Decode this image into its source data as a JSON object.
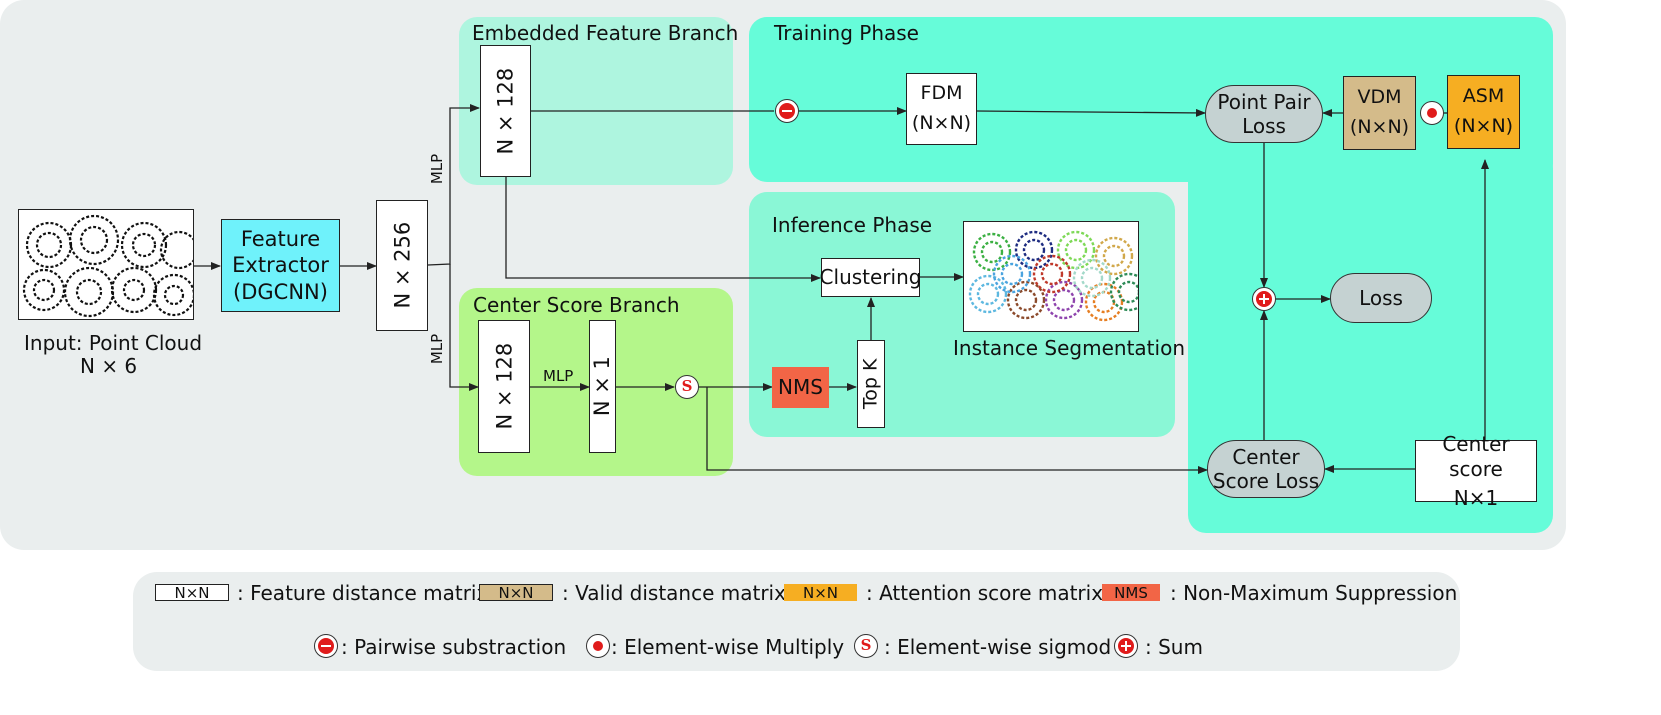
{
  "colors": {
    "main_bg": "#eaeeee",
    "embedded_branch": "#aef5df",
    "training_phase": "#66fcd9",
    "inference_phase": "#8af7d6",
    "center_branch": "#b4f68a",
    "feature_extractor": "#6ff2fb",
    "vdm": "#d4bb8a",
    "asm": "#f6ae22",
    "nms": "#f26546",
    "pill": "#c5d2d2",
    "operator_red": "#e01b1b"
  },
  "input": {
    "label_line1": "Input: Point Cloud",
    "label_line2": "N × 6"
  },
  "feature_extractor": {
    "line1": "Feature",
    "line2": "Extractor",
    "line3": "(DGCNN)"
  },
  "n256": "N × 256",
  "mlp_labels": {
    "top": "MLP",
    "bottom": "MLP",
    "center": "MLP"
  },
  "embedded_branch": {
    "title": "Embedded Feature Branch",
    "box": "N × 128"
  },
  "center_branch": {
    "title": "Center Score Branch",
    "box1": "N × 128",
    "box2": "N × 1"
  },
  "training_phase": {
    "title": "Training Phase",
    "fdm_line1": "FDM",
    "fdm_line2": "(N×N)",
    "point_pair_line1": "Point Pair",
    "point_pair_line2": "Loss",
    "vdm_line1": "VDM",
    "vdm_line2": "(N×N)",
    "asm_line1": "ASM",
    "asm_line2": "(N×N)",
    "loss": "Loss",
    "center_loss_line1": "Center",
    "center_loss_line2": "Score Loss",
    "center_score_line1": "Center score",
    "center_score_line2": "N×1"
  },
  "inference_phase": {
    "title": "Inference Phase",
    "clustering": "Clustering",
    "nms": "NMS",
    "topk": "Top K",
    "instance_seg": "Instance Segmentation"
  },
  "operators": {
    "sigmoid_symbol": "S"
  },
  "legend": {
    "fdm_swatch": "N×N",
    "fdm_text": ": Feature distance matrix",
    "vdm_swatch": "N×N",
    "vdm_text": ": Valid distance matrix",
    "asm_swatch": "N×N",
    "asm_text": ": Attention score matrix",
    "nms_swatch": "NMS",
    "nms_text": ": Non-Maximum Suppression",
    "sub_text": ": Pairwise substraction",
    "mul_text": ": Element-wise Multiply",
    "sig_text": ": Element-wise sigmod",
    "sum_text": ": Sum"
  },
  "instance_colors": [
    "#3cb043",
    "#1d2b80",
    "#7ed957",
    "#d1a84b",
    "#5db8e0",
    "#8b4a2b",
    "#8e44ad",
    "#e67e22",
    "#4aa3df",
    "#a3d9c9",
    "#2e8b57",
    "#c0392b"
  ]
}
